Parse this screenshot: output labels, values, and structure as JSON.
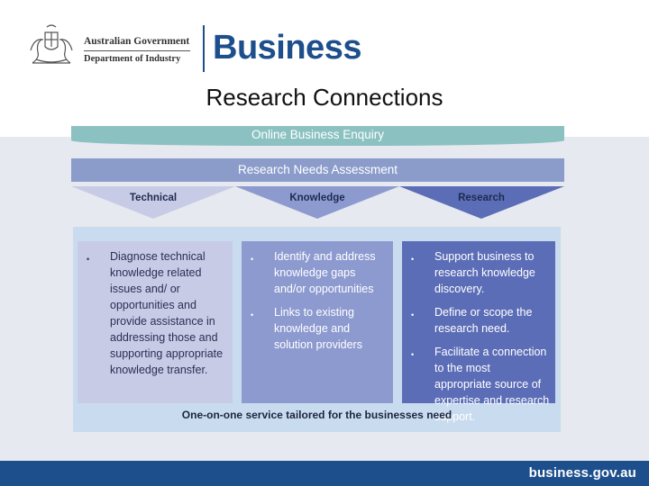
{
  "header": {
    "gov_line1": "Australian Government",
    "gov_line2": "Department of Industry",
    "brand": "Business",
    "brand_color": "#1d4f8c"
  },
  "slide": {
    "title": "Research Connections"
  },
  "diagram": {
    "enquiry_label": "Online Business Enquiry",
    "assessment_label": "Research Needs Assessment",
    "chevrons": [
      {
        "label": "Technical",
        "color": "#c8cbe6"
      },
      {
        "label": "Knowledge",
        "color": "#8d9ad0"
      },
      {
        "label": "Research",
        "color": "#5c6db7"
      }
    ],
    "columns": {
      "technical": [
        "Diagnose technical knowledge related issues and/ or opportunities and provide assistance in addressing those and supporting appropriate knowledge transfer."
      ],
      "knowledge": [
        "Identify and address knowledge gaps and/or opportunities",
        "Links to existing knowledge and solution providers"
      ],
      "research": [
        "Support business to research knowledge discovery.",
        "Define or scope the research need.",
        "Facilitate a connection to the most appropriate source of expertise and research support."
      ]
    },
    "bullet_glyph": "•",
    "footer_note": "One-on-one service tailored for the businesses need"
  },
  "footer": {
    "url": "business.gov.au"
  }
}
